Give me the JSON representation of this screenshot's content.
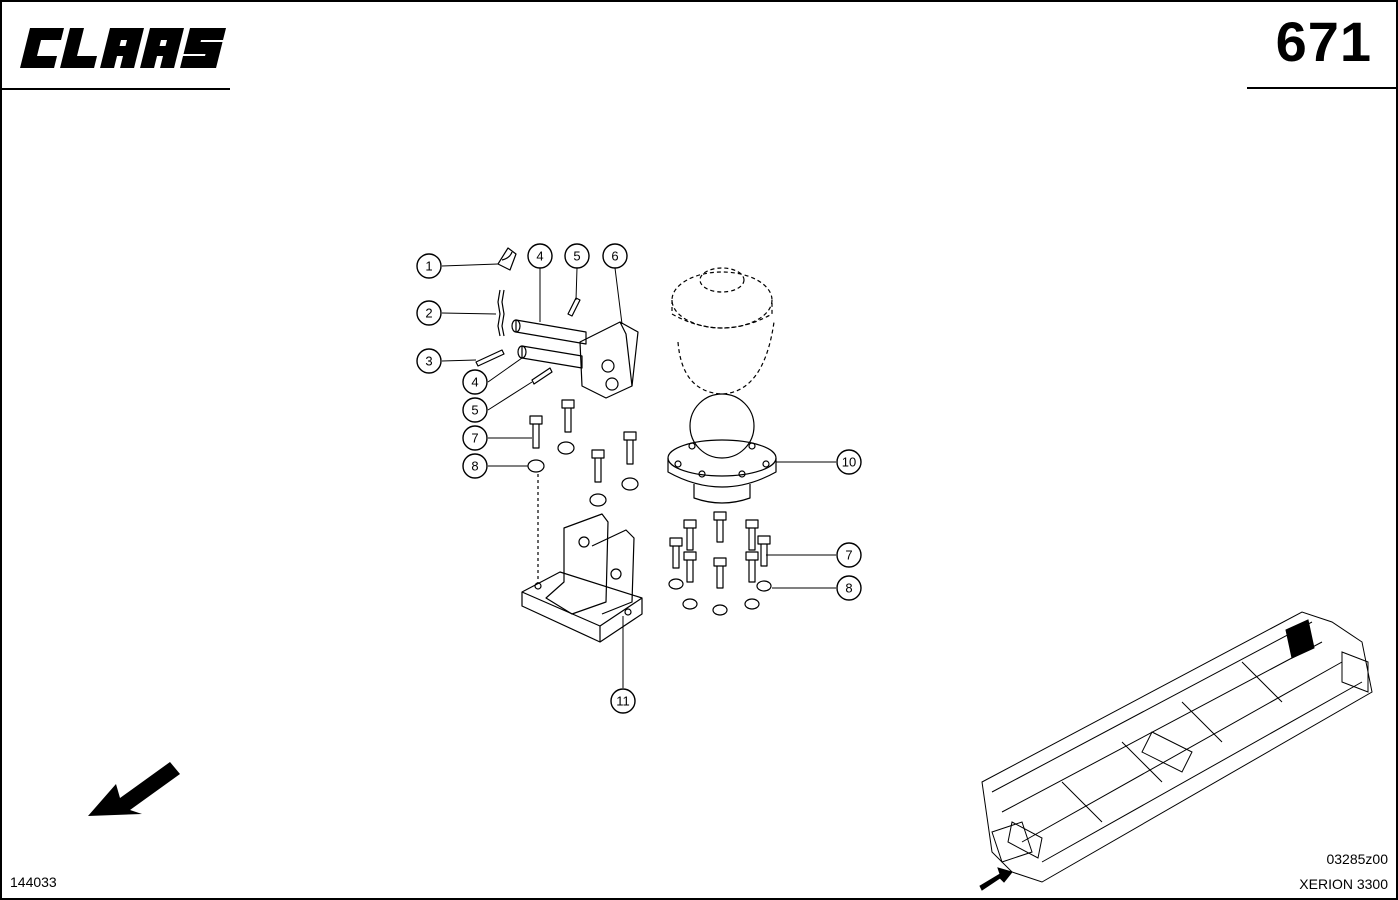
{
  "header": {
    "brand": "CLAAS",
    "page_number": "671"
  },
  "footer": {
    "drawing_number": "144033",
    "image_code": "03285z00",
    "model": "XERION 3300"
  },
  "callouts": [
    {
      "id": "c1",
      "label": "1"
    },
    {
      "id": "c2",
      "label": "2"
    },
    {
      "id": "c3",
      "label": "3"
    },
    {
      "id": "c4a",
      "label": "4"
    },
    {
      "id": "c5a",
      "label": "5"
    },
    {
      "id": "c6",
      "label": "6"
    },
    {
      "id": "c4b",
      "label": "4"
    },
    {
      "id": "c5b",
      "label": "5"
    },
    {
      "id": "c7a",
      "label": "7"
    },
    {
      "id": "c8a",
      "label": "8"
    },
    {
      "id": "c10",
      "label": "10"
    },
    {
      "id": "c7b",
      "label": "7"
    },
    {
      "id": "c8b",
      "label": "8"
    },
    {
      "id": "c11",
      "label": "11"
    }
  ],
  "colors": {
    "ink": "#000000",
    "paper": "#ffffff"
  },
  "icons": [
    "claas-logo",
    "direction-arrow-icon",
    "chassis-locator-thumbnail"
  ]
}
